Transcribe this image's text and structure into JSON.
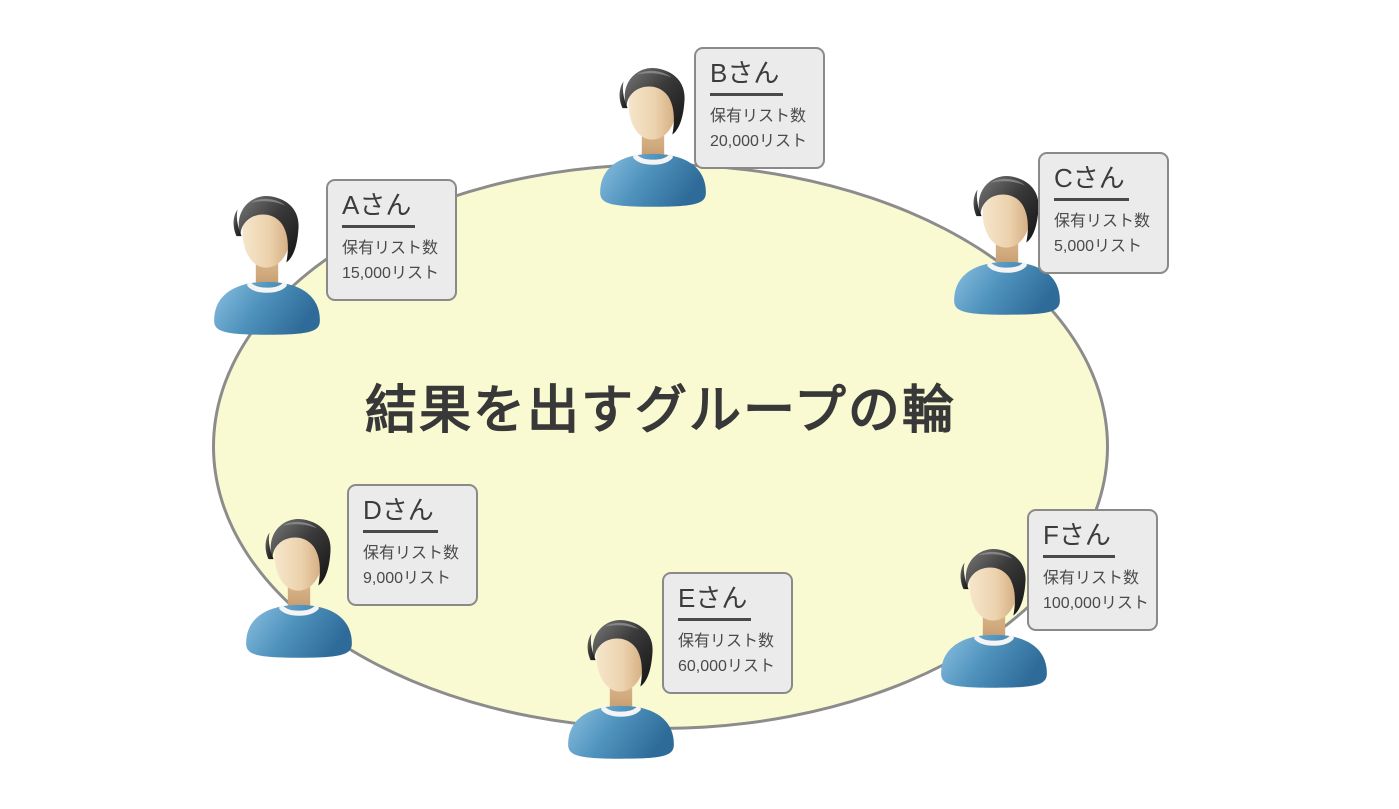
{
  "diagram": {
    "title": "結果を出すグループの輪",
    "ellipse_fill": "#FAFAD2",
    "ellipse_border": "#8c8c8c",
    "card_fill": "#ebebeb",
    "shirt_color": "#4f93bd"
  },
  "members": [
    {
      "id": "A",
      "name": "Aさん",
      "stat_label": "保有リスト数",
      "stat_value": "15,000リスト"
    },
    {
      "id": "B",
      "name": "Bさん",
      "stat_label": "保有リスト数",
      "stat_value": "20,000リスト"
    },
    {
      "id": "C",
      "name": "Cさん",
      "stat_label": "保有リスト数",
      "stat_value": "5,000リスト"
    },
    {
      "id": "D",
      "name": "Dさん",
      "stat_label": "保有リスト数",
      "stat_value": "9,000リスト"
    },
    {
      "id": "E",
      "name": "Eさん",
      "stat_label": "保有リスト数",
      "stat_value": "60,000リスト"
    },
    {
      "id": "F",
      "name": "Fさん",
      "stat_label": "保有リスト数",
      "stat_value": "100,000リスト"
    }
  ]
}
